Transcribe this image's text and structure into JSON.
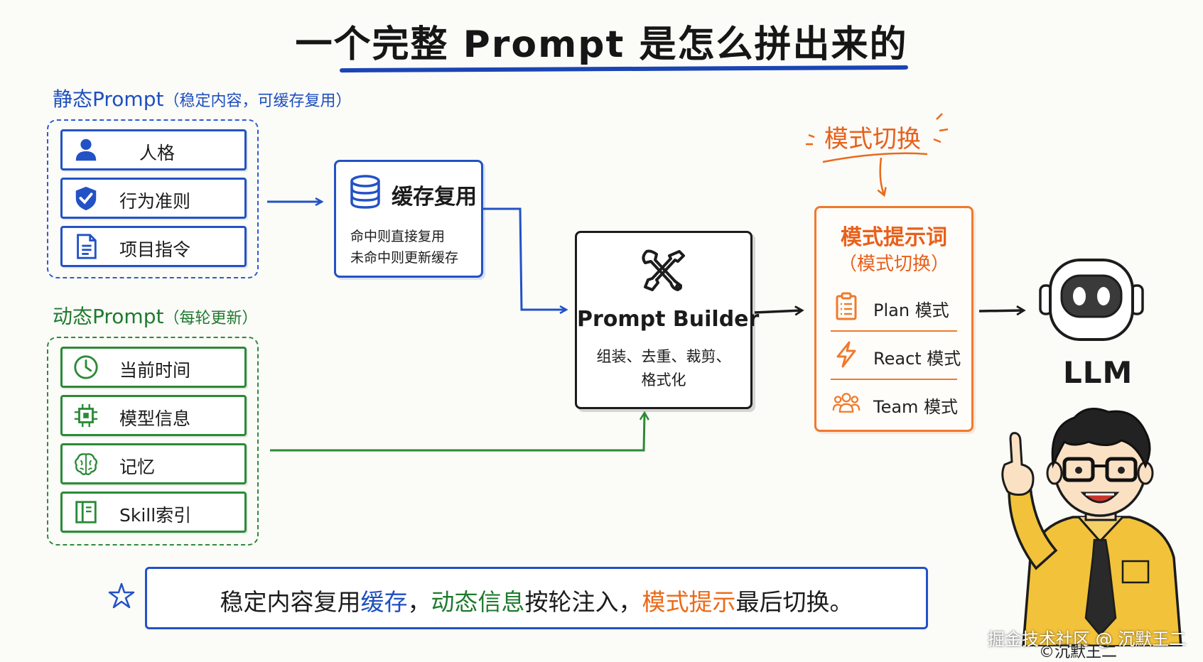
{
  "title": "一个完整 Prompt 是怎么拼出来的",
  "static_group": {
    "label": "静态Prompt",
    "note": "（稳定内容，可缓存复用）",
    "items": [
      {
        "label": "人格",
        "icon": "person-icon"
      },
      {
        "label": "行为准则",
        "icon": "shield-check-icon"
      },
      {
        "label": "项目指令",
        "icon": "document-icon"
      }
    ]
  },
  "dynamic_group": {
    "label": "动态Prompt",
    "note": "（每轮更新）",
    "items": [
      {
        "label": "当前时间",
        "icon": "clock-icon"
      },
      {
        "label": "模型信息",
        "icon": "chip-icon"
      },
      {
        "label": "记忆",
        "icon": "brain-icon"
      },
      {
        "label": "Skill索引",
        "icon": "book-icon"
      }
    ]
  },
  "cache": {
    "title": "缓存复用",
    "line1": "命中则直接复用",
    "line2": "未命中则更新缓存"
  },
  "builder": {
    "title": "Prompt Builder",
    "line1": "组装、去重、裁剪、",
    "line2": "格式化"
  },
  "mode_switch_label": "模式切换",
  "mode_box": {
    "title": "模式提示词",
    "subtitle": "（模式切换）",
    "modes": [
      {
        "label": "Plan 模式",
        "icon": "clipboard-icon"
      },
      {
        "label": "React 模式",
        "icon": "lightning-icon"
      },
      {
        "label": "Team 模式",
        "icon": "team-icon"
      }
    ]
  },
  "llm_label": "LLM",
  "summary": {
    "p1": "稳定内容复用",
    "h1": "缓存",
    "p2": "，",
    "h2": "动态信息",
    "p3": "按轮注入，",
    "h3": "模式提示",
    "p4": "最后切换。"
  },
  "watermark": "掘金技术社区 @ 沉默王二",
  "signature": "©沉默王二",
  "colors": {
    "static": "#1e4fbf",
    "dynamic": "#1f7a2e",
    "mode": "#ea6a1a",
    "ink": "#1b1b1b"
  }
}
